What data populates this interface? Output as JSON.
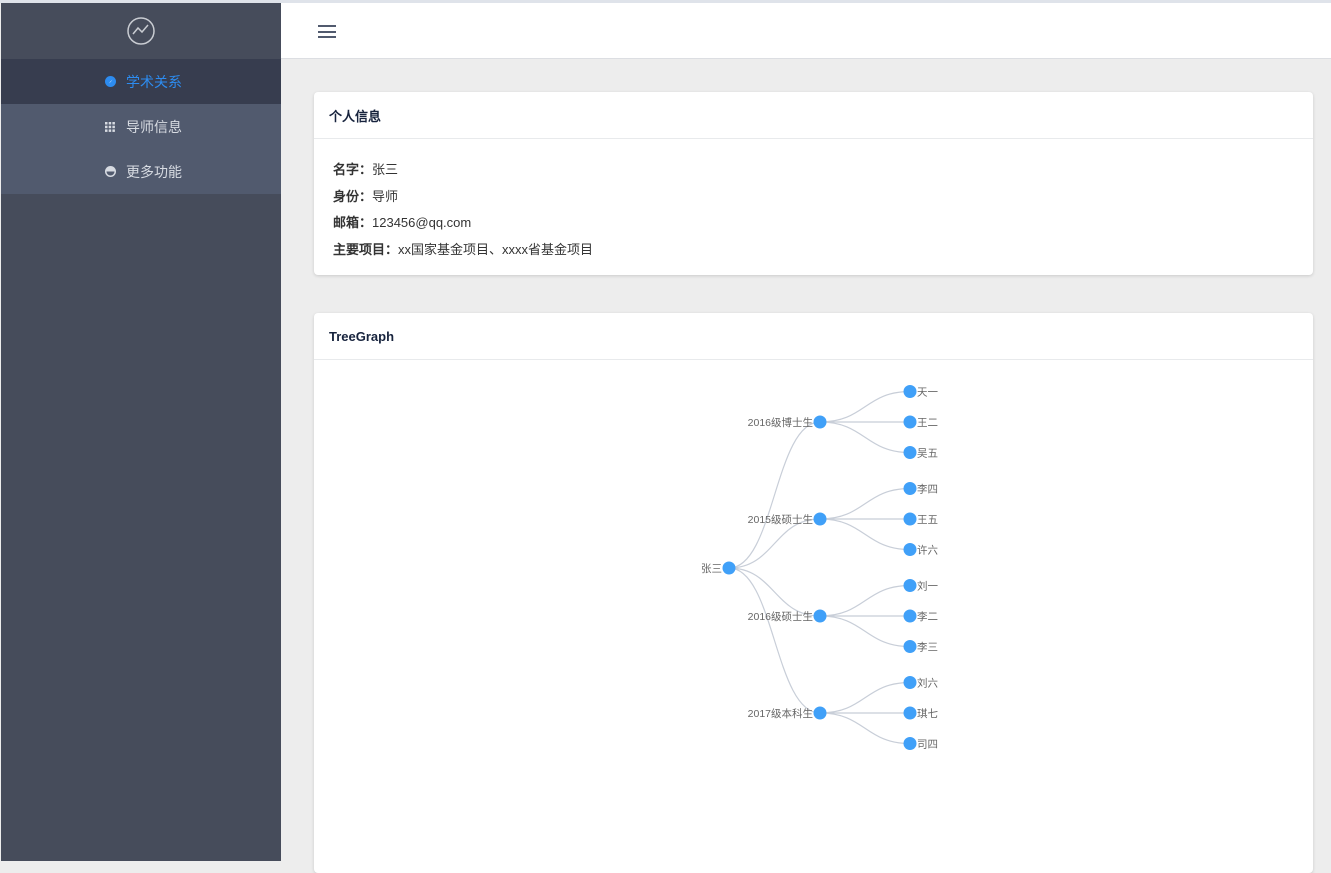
{
  "sidebar": {
    "items": [
      {
        "label": "学术关系",
        "icon": "compass-icon",
        "active": true
      },
      {
        "label": "导师信息",
        "icon": "grid-icon",
        "active": false
      },
      {
        "label": "更多功能",
        "icon": "pie-icon",
        "active": false
      }
    ]
  },
  "profile": {
    "title": "个人信息",
    "fields": [
      {
        "label": "名字：",
        "value": "张三"
      },
      {
        "label": "身份：",
        "value": "导师"
      },
      {
        "label": "邮箱：",
        "value": "123456@qq.com"
      },
      {
        "label": "主要项目：",
        "value": "xx国家基金项目、xxxx省基金项目"
      }
    ]
  },
  "tree": {
    "title": "TreeGraph",
    "node_color": "#40a0f8",
    "root": {
      "name": "张三",
      "children": [
        {
          "name": "2016级博士生",
          "children": [
            {
              "name": "天一"
            },
            {
              "name": "王二"
            },
            {
              "name": "吴五"
            }
          ]
        },
        {
          "name": "2015级硕士生",
          "children": [
            {
              "name": "李四"
            },
            {
              "name": "王五"
            },
            {
              "name": "许六"
            }
          ]
        },
        {
          "name": "2016级硕士生",
          "children": [
            {
              "name": "刘一"
            },
            {
              "name": "李二"
            },
            {
              "name": "李三"
            }
          ]
        },
        {
          "name": "2017级本科生",
          "children": [
            {
              "name": "刘六"
            },
            {
              "name": "琪七"
            },
            {
              "name": "司四"
            }
          ]
        }
      ]
    }
  }
}
